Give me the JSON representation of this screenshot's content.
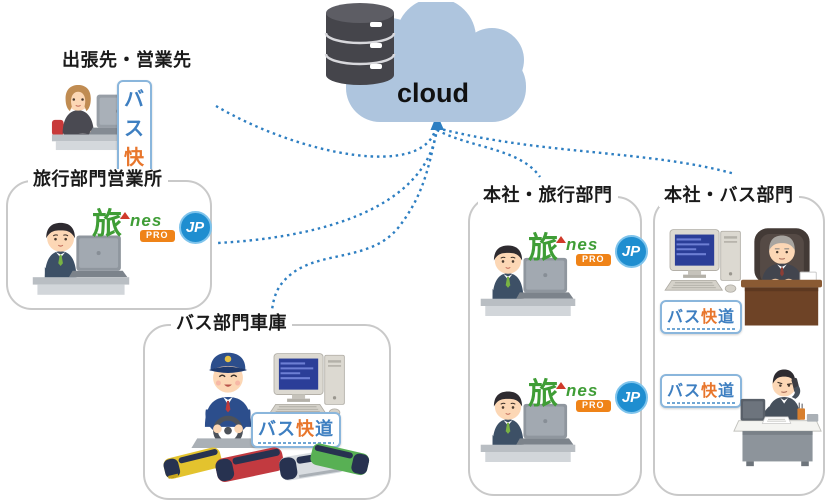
{
  "cloud": {
    "label": "cloud"
  },
  "nodes": {
    "field": {
      "label": "出張先・営業先"
    },
    "travel_office": {
      "label": "旅行部門営業所"
    },
    "bus_garage": {
      "label": "バス部門車庫"
    },
    "hq_travel": {
      "label": "本社・旅行部門"
    },
    "hq_bus": {
      "label": "本社・バス部門"
    }
  },
  "logos": {
    "bus_kaido": {
      "bus": "バス",
      "kai": "快",
      "do": "道"
    },
    "tabines": {
      "tabi": "旅",
      "nes": "nes",
      "pro": "PRO",
      "jp": "JP"
    }
  },
  "icons": {
    "cloud": "cloud-shape",
    "database": "database-stack-icon",
    "connectors": "dotted-connector-lines"
  },
  "colors": {
    "connector_blue": "#2e7fc2",
    "cloud_fill": "#aec5de",
    "database_gray": "#45454b",
    "box_border": "#c9c9c9",
    "bus_kaido_blue": "#3e7fc1",
    "bus_kaido_orange": "#e8762c",
    "tabines_green": "#3f9d36",
    "pro_orange": "#ef8318",
    "jp_blue": "#1f8ed0"
  }
}
